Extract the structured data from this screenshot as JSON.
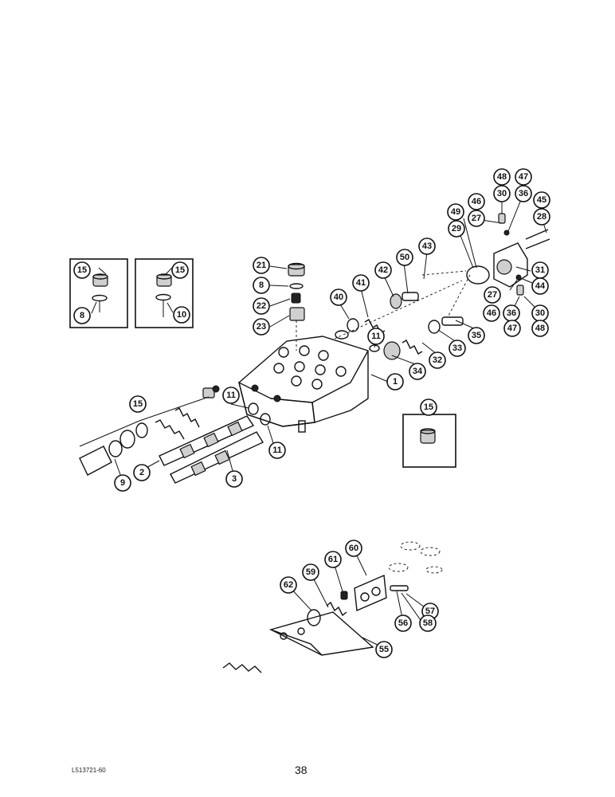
{
  "callouts": {
    "c1": "1",
    "c2": "2",
    "c3": "3",
    "c8a": "8",
    "c8b": "8",
    "c9": "9",
    "c10": "10",
    "c11a": "11",
    "c11b": "11",
    "c11c": "11",
    "c15a": "15",
    "c15b": "15",
    "c15c": "15",
    "c15d": "15",
    "c21": "21",
    "c22": "22",
    "c23": "23",
    "c27a": "27",
    "c27b": "27",
    "c28": "28",
    "c29": "29",
    "c30a": "30",
    "c30b": "30",
    "c31": "31",
    "c32": "32",
    "c33": "33",
    "c34": "34",
    "c35": "35",
    "c36a": "36",
    "c36b": "36",
    "c40": "40",
    "c41": "41",
    "c42": "42",
    "c43": "43",
    "c44": "44",
    "c45": "45",
    "c46a": "46",
    "c46b": "46",
    "c47a": "47",
    "c47b": "47",
    "c48a": "48",
    "c48b": "48",
    "c49": "49",
    "c50": "50",
    "c55": "55",
    "c56": "56",
    "c57": "57",
    "c58": "58",
    "c59": "59",
    "c60": "60",
    "c61": "61",
    "c62": "62"
  },
  "footer": {
    "doc_code": "L513721-60",
    "page_number": "38"
  }
}
